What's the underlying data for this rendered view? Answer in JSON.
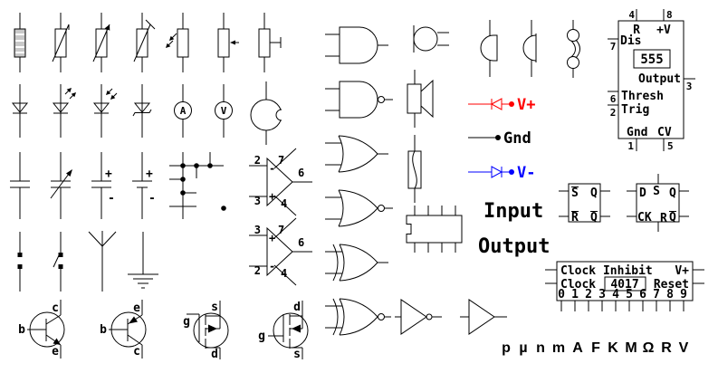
{
  "colors": {
    "ink": "#000000",
    "red": "#ff0000",
    "blue": "#0000ff",
    "resistor_fill": "#c9c9c9"
  },
  "meters": {
    "ammeter_letter": "A",
    "voltmeter_letter": "V"
  },
  "cap_polar": {
    "plus": "+",
    "minus": "-"
  },
  "battery": {
    "plus": "+",
    "minus": "-"
  },
  "opamp_a": {
    "pin_in_top": "2",
    "pin_in_bottom": "3",
    "pin_v_top": "7",
    "pin_v_bottom": "4",
    "pin_out": "6",
    "sign_top": "-",
    "sign_bottom": "+"
  },
  "opamp_b": {
    "pin_in_top": "3",
    "pin_in_bottom": "2",
    "pin_v_top": "7",
    "pin_v_bottom": "4",
    "pin_out": "6",
    "sign_top": "+",
    "sign_bottom": "-"
  },
  "bjt_npn": {
    "base": "b",
    "collector": "c",
    "emitter": "e"
  },
  "bjt_pnp": {
    "base": "b",
    "emitter": "e",
    "collector": "c"
  },
  "mosfet_n": {
    "gate": "g",
    "source": "s",
    "drain": "d"
  },
  "mosfet_p": {
    "gate": "g",
    "drain": "d",
    "source": "s"
  },
  "power": {
    "vplus": "V+",
    "gnd": "Gnd",
    "vminus": "V-",
    "input": "Input",
    "output": "Output"
  },
  "timer555": {
    "pin4": "4",
    "pin8": "8",
    "reset": "R",
    "vcc": "+V",
    "dis": "Dis",
    "pin7": "7",
    "chip": "555",
    "output": "Output",
    "pin3": "3",
    "thresh": "Thresh",
    "pin6": "6",
    "trig": "Trig",
    "pin2": "2",
    "gnd": "Gnd",
    "cv": "CV",
    "pin1": "1",
    "pin5": "5"
  },
  "sr_latch": {
    "s": "S",
    "q": "Q",
    "r": "R",
    "qbar": "Q"
  },
  "d_flipflop": {
    "d": "D",
    "s": "S",
    "q": "Q",
    "ck": "CK",
    "r": "R",
    "qbar": "Q"
  },
  "counter4017": {
    "clock_inhibit": "Clock Inhibit",
    "vplus": "V+",
    "clock": "Clock",
    "chip": "4017",
    "reset": "Reset",
    "digits": [
      "0",
      "1",
      "2",
      "3",
      "4",
      "5",
      "6",
      "7",
      "8",
      "9"
    ]
  },
  "units": [
    "p",
    "µ",
    "n",
    "m",
    "A",
    "F",
    "K",
    "M",
    "Ω",
    "R",
    "V"
  ]
}
